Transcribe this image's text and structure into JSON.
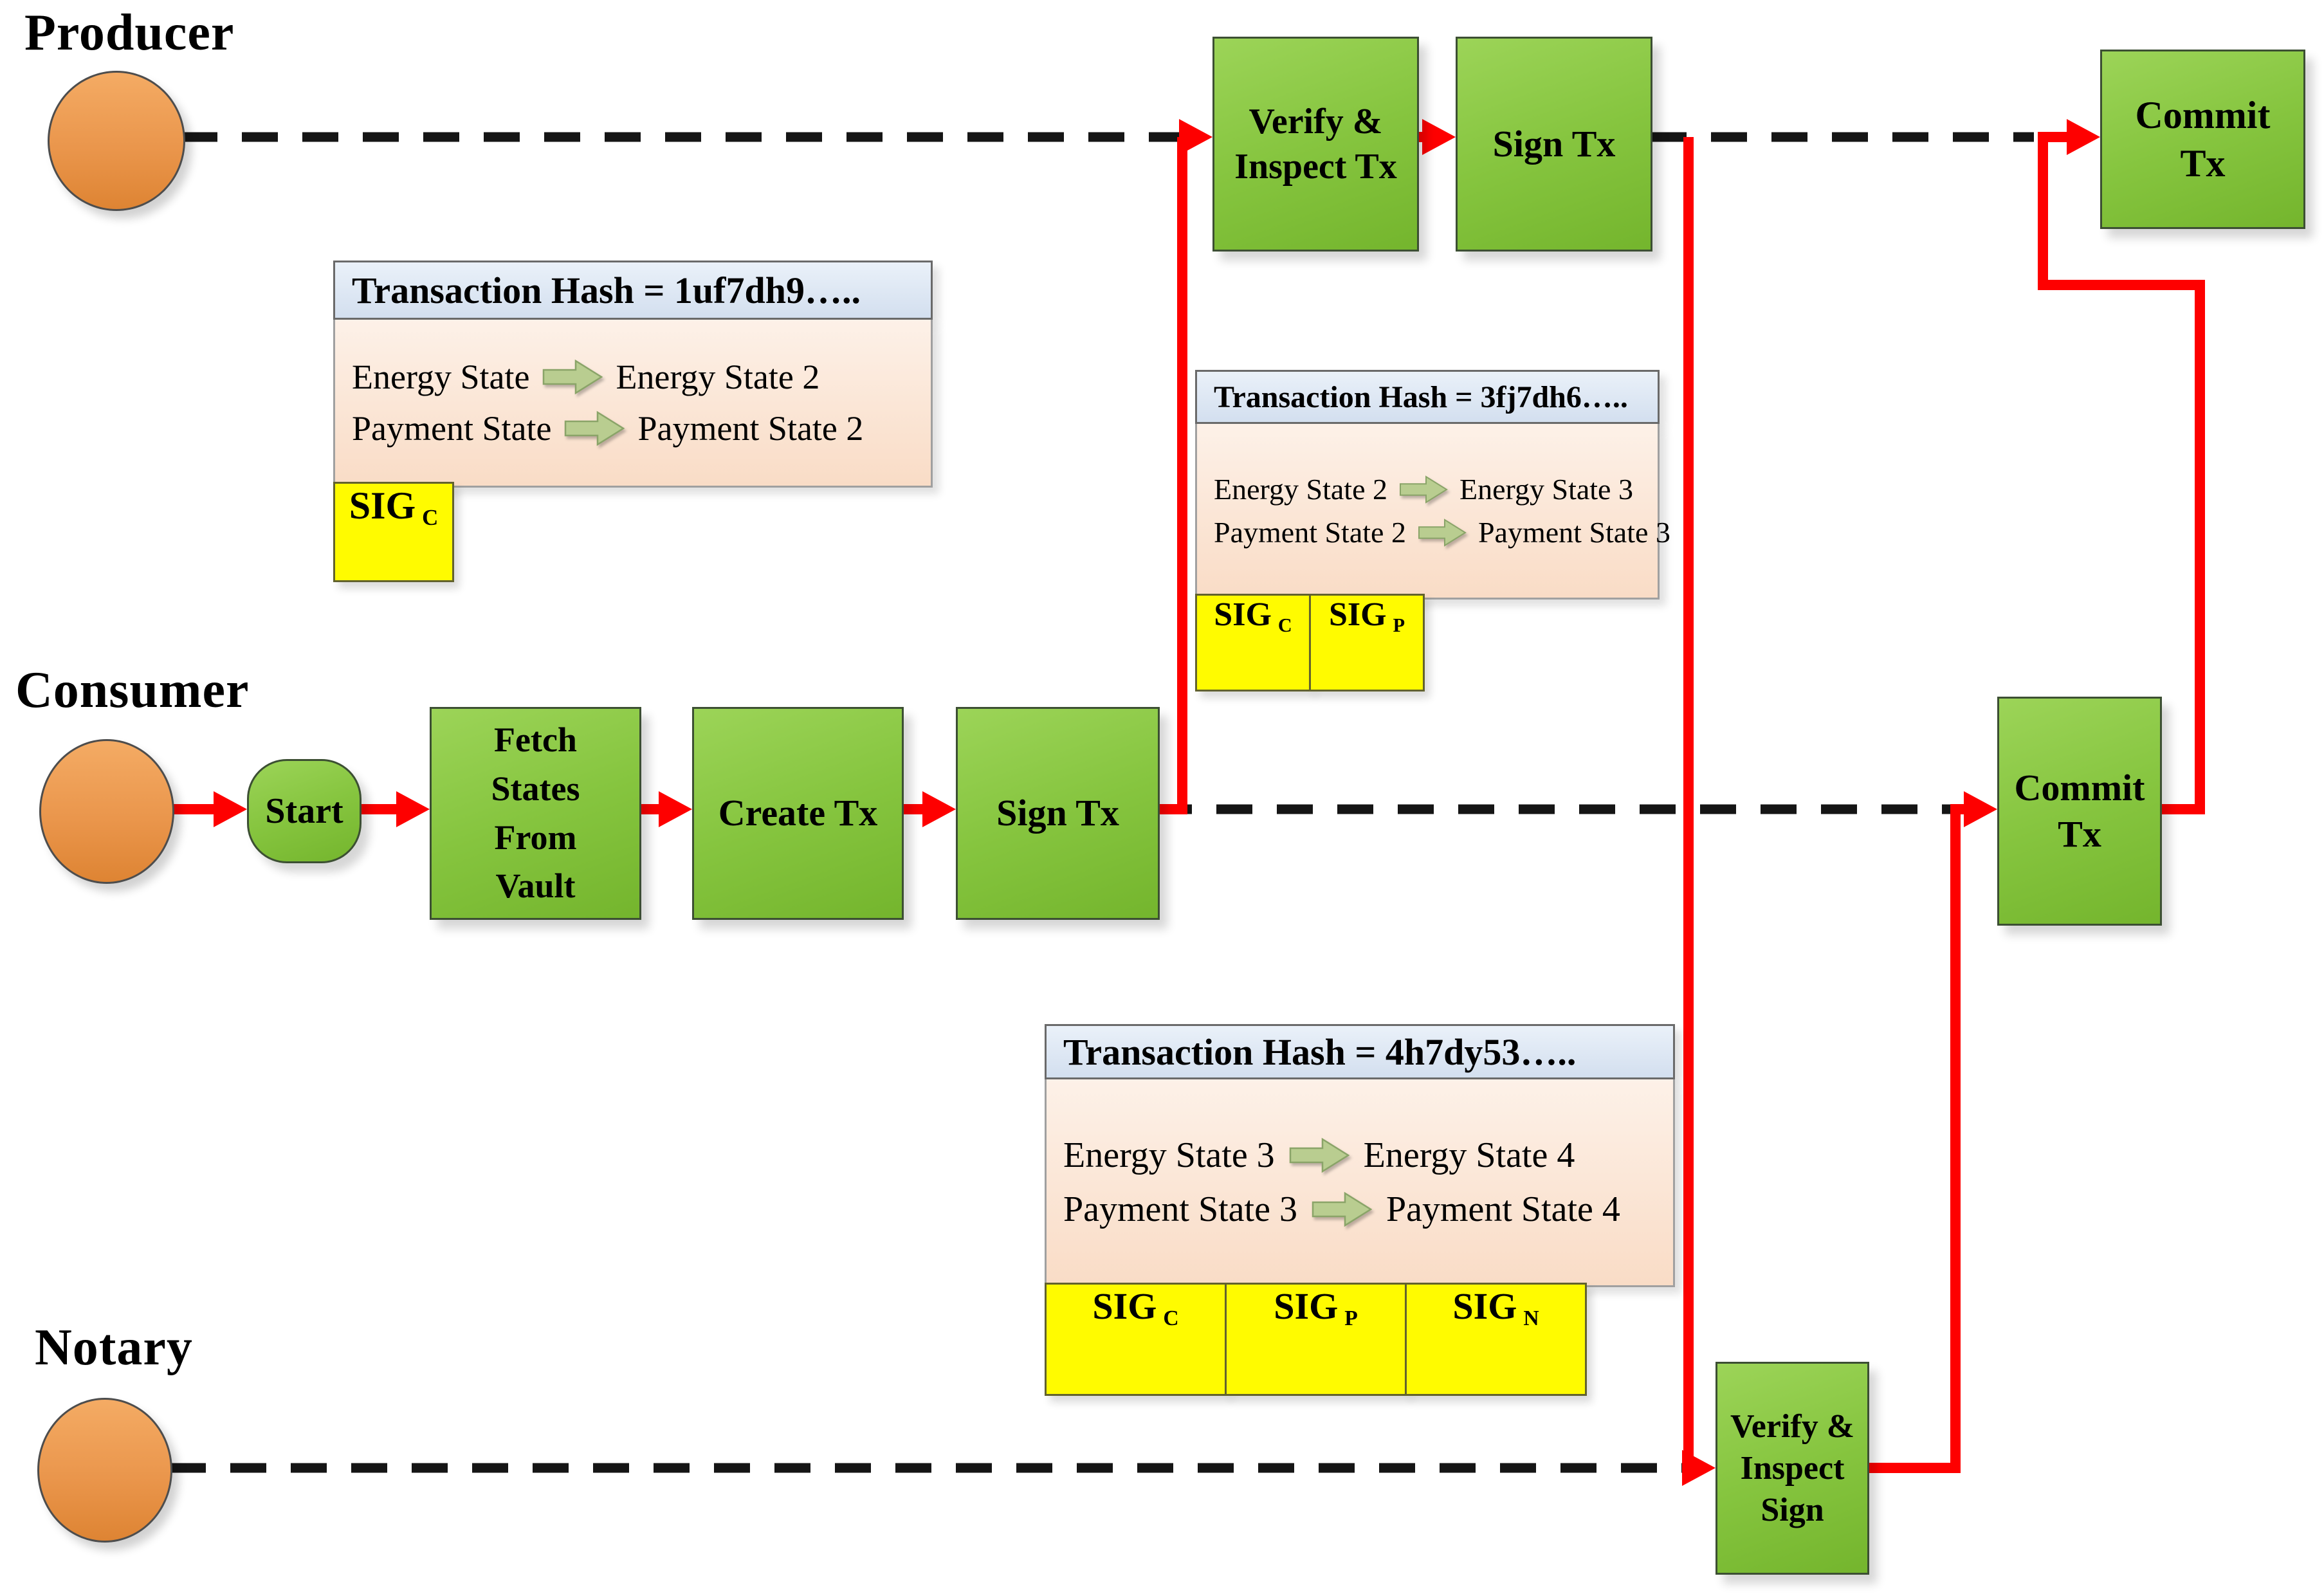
{
  "diagram": {
    "actors": {
      "producer": {
        "label": "Producer"
      },
      "consumer": {
        "label": "Consumer"
      },
      "notary": {
        "label": "Notary"
      }
    },
    "producer_flow": {
      "verify_inspect": "Verify &\nInspect Tx",
      "sign": "Sign Tx",
      "commit": "Commit\nTx"
    },
    "consumer_flow": {
      "start": "Start",
      "fetch": "Fetch\nStates\nFrom\nVault",
      "create": "Create Tx",
      "sign": "Sign Tx",
      "commit": "Commit\nTx"
    },
    "notary_flow": {
      "verify_inspect_sign": "Verify &\nInspect\nSign"
    },
    "cards": [
      {
        "title": "Transaction Hash = 1uf7dh9…..",
        "rows": [
          {
            "from": "Energy State",
            "to": "Energy State 2"
          },
          {
            "from": "Payment State",
            "to": "Payment State 2"
          }
        ],
        "sigs": [
          {
            "label": "SIG",
            "sub": "C"
          }
        ]
      },
      {
        "title": "Transaction Hash = 3fj7dh6…..",
        "rows": [
          {
            "from": "Energy State 2",
            "to": "Energy State 3"
          },
          {
            "from": "Payment State 2",
            "to": "Payment State 3"
          }
        ],
        "sigs": [
          {
            "label": "SIG",
            "sub": "C"
          },
          {
            "label": "SIG",
            "sub": "P"
          }
        ]
      },
      {
        "title": "Transaction Hash = 4h7dy53…..",
        "rows": [
          {
            "from": "Energy State 3",
            "to": "Energy State 4"
          },
          {
            "from": "Payment State 3",
            "to": "Payment State 4"
          }
        ],
        "sigs": [
          {
            "label": "SIG",
            "sub": "C"
          },
          {
            "label": "SIG",
            "sub": "P"
          },
          {
            "label": "SIG",
            "sub": "N"
          }
        ]
      }
    ],
    "colors": {
      "node_green": "#86c43f",
      "actor_orange": "#ea964c",
      "signature_yellow": "#fffb00",
      "hash_header_blue": "#d9e3f1",
      "state_body_pink": "#fbe3d1",
      "state_arrow_green": "#b9cd90",
      "flow_red": "#fe0000",
      "lifeline_black": "#151515"
    }
  }
}
